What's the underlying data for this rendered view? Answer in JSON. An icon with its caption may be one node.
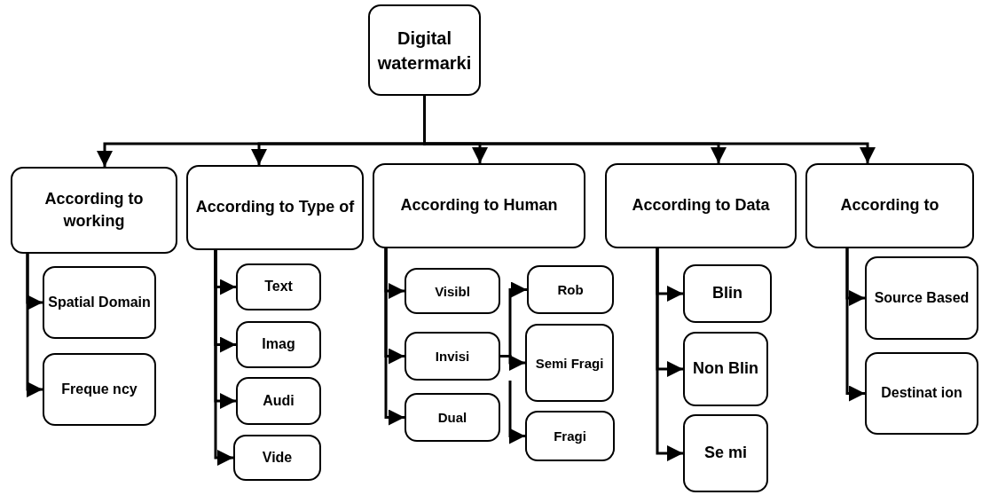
{
  "diagram": {
    "nodes": [
      {
        "text": [
          "Digital watermarki"
        ]
      },
      {
        "text": [
          "According to working"
        ]
      },
      {
        "text": [
          "According to Type of"
        ]
      },
      {
        "text": [
          "According to Human"
        ]
      },
      {
        "text": [
          "According to Data"
        ]
      },
      {
        "text": [
          "According to"
        ]
      },
      {
        "text": [
          "Spatial Domain"
        ]
      },
      {
        "text": [
          "Freque ncy"
        ]
      },
      {
        "text": [
          "Text"
        ]
      },
      {
        "text": [
          "Imag"
        ]
      },
      {
        "text": [
          "Audi"
        ]
      },
      {
        "text": [
          "Vide"
        ]
      },
      {
        "text": [
          "Visibl"
        ]
      },
      {
        "text": [
          "Invisi"
        ]
      },
      {
        "text": [
          "Dual"
        ]
      },
      {
        "text": [
          "Rob"
        ]
      },
      {
        "text": [
          "Semi Fragi"
        ]
      },
      {
        "text": [
          "Fragi"
        ]
      },
      {
        "text": [
          "Blin"
        ]
      },
      {
        "text": [
          "Non Blin"
        ]
      },
      {
        "text": [
          "Se mi"
        ]
      },
      {
        "text": [
          "Source Based"
        ]
      },
      {
        "text": [
          "Destinat ion"
        ]
      }
    ],
    "edges": [
      {
        "from": 0,
        "to": 1,
        "arrow": "to"
      },
      {
        "from": 0,
        "to": 2,
        "arrow": "to"
      },
      {
        "from": 0,
        "to": 3,
        "arrow": "to"
      },
      {
        "from": 0,
        "to": 4,
        "arrow": "to"
      },
      {
        "from": 0,
        "to": 5,
        "arrow": "to"
      },
      {
        "from": 1,
        "to": 6,
        "arrow": "to"
      },
      {
        "from": 1,
        "to": 7,
        "arrow": "to"
      },
      {
        "from": 2,
        "to": 8,
        "arrow": "to"
      },
      {
        "from": 2,
        "to": 9,
        "arrow": "to"
      },
      {
        "from": 2,
        "to": 10,
        "arrow": "to"
      },
      {
        "from": 2,
        "to": 11,
        "arrow": "to"
      },
      {
        "from": 3,
        "to": 12,
        "arrow": "to"
      },
      {
        "from": 3,
        "to": 13,
        "arrow": "to"
      },
      {
        "from": 3,
        "to": 14,
        "arrow": "to"
      },
      {
        "from": 13,
        "to": 15,
        "arrow": "to"
      },
      {
        "from": 13,
        "to": 16,
        "arrow": "to"
      },
      {
        "from": 13,
        "to": 17,
        "arrow": "to"
      },
      {
        "from": 4,
        "to": 18,
        "arrow": "to"
      },
      {
        "from": 4,
        "to": 19,
        "arrow": "to"
      },
      {
        "from": 4,
        "to": 20,
        "arrow": "to"
      },
      {
        "from": 5,
        "to": 21,
        "arrow": "to"
      },
      {
        "from": 5,
        "to": 22,
        "arrow": "to"
      }
    ]
  }
}
